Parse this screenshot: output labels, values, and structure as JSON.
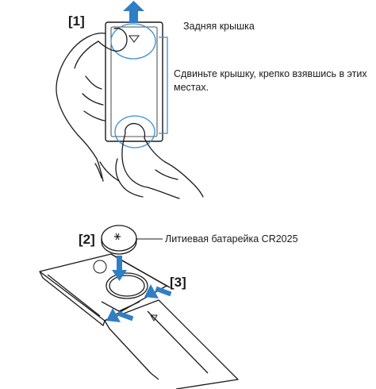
{
  "labels": {
    "step1": "[1]",
    "step2": "[2]",
    "step3": "[3]",
    "rear_cover": "Задняя крышка",
    "slide_instruction": "Сдвиньте крышку, крепко взявшись в этих местах.",
    "battery": "Литиевая батарейка CR2025"
  },
  "colors": {
    "arrow": "#2f7fc4",
    "highlight": "#3a8fd6",
    "line": "#1a1a1a"
  }
}
